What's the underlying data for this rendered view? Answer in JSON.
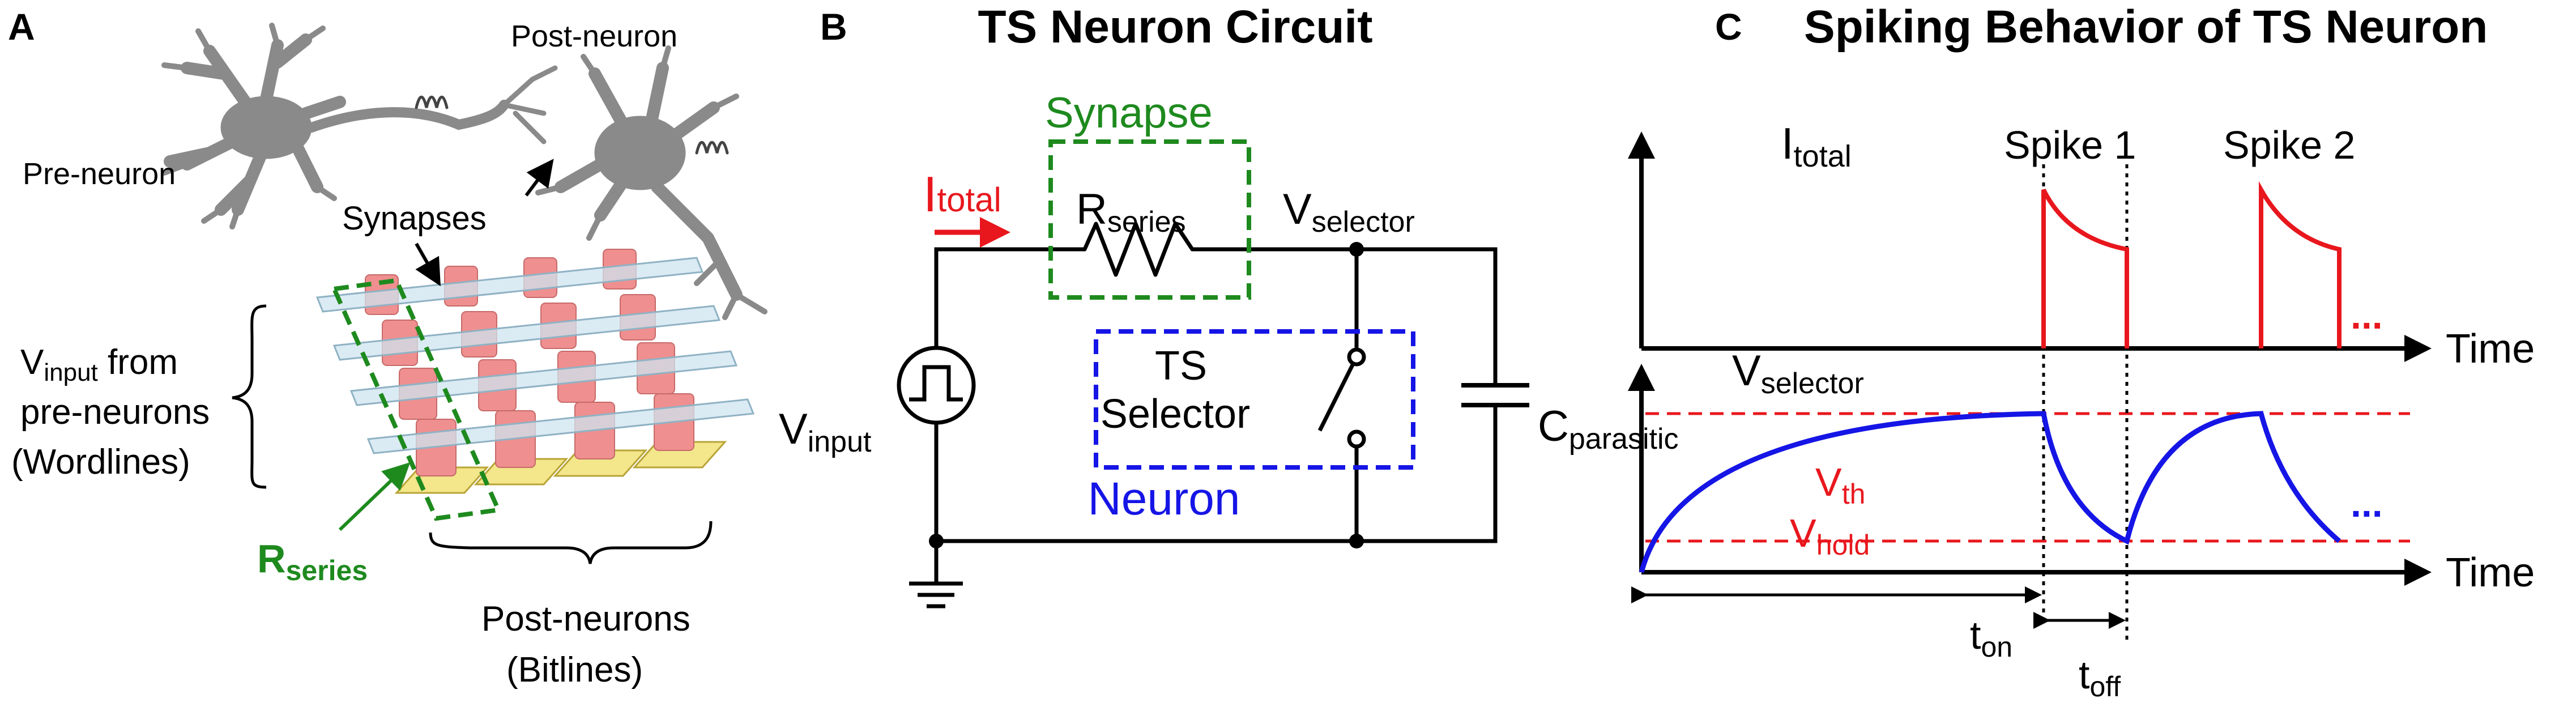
{
  "panel_a": {
    "letter": "A",
    "post_neuron": "Post-neuron",
    "pre_neuron": "Pre-neuron",
    "synapses": "Synapses",
    "v": "V",
    "v_sub": "input",
    "v_rest": " from",
    "pre_neurons": "pre-neurons",
    "wordlines": "(Wordlines)",
    "r": "R",
    "r_sub": "series",
    "post_neurons": "Post-neurons",
    "bitlines": "(Bitlines)"
  },
  "panel_b": {
    "letter": "B",
    "title": "TS Neuron Circuit",
    "synapse": "Synapse",
    "i": "I",
    "i_sub": "total",
    "r": "R",
    "r_sub": "series",
    "v_sel": "V",
    "v_sel_sub": "selector",
    "ts": "TS",
    "selector": "Selector",
    "v_in": "V",
    "v_in_sub": "input",
    "c": "C",
    "c_sub": "parasitic",
    "neuron": "Neuron"
  },
  "panel_c": {
    "letter": "C",
    "title": "Spiking Behavior of TS Neuron",
    "i": "I",
    "i_sub": "total",
    "spike1": "Spike 1",
    "spike2": "Spike 2",
    "time1": "Time",
    "time2": "Time",
    "v": "V",
    "v_sub": "selector",
    "vth": "V",
    "vth_sub": "th",
    "vhold": "V",
    "vhold_sub": "hold",
    "dots1": "...",
    "dots2": "...",
    "t_on": "t",
    "t_on_sub": "on",
    "t_off": "t",
    "t_off_sub": "off"
  },
  "colors": {
    "red": "#e8171d",
    "green": "#1e8a1e",
    "blue": "#1515e6",
    "black": "#000000",
    "neuron_gray": "#8a8a8a",
    "pillar": "#ef8f8f",
    "pad": "#f3e68b",
    "bar": "#cfe4ef"
  }
}
